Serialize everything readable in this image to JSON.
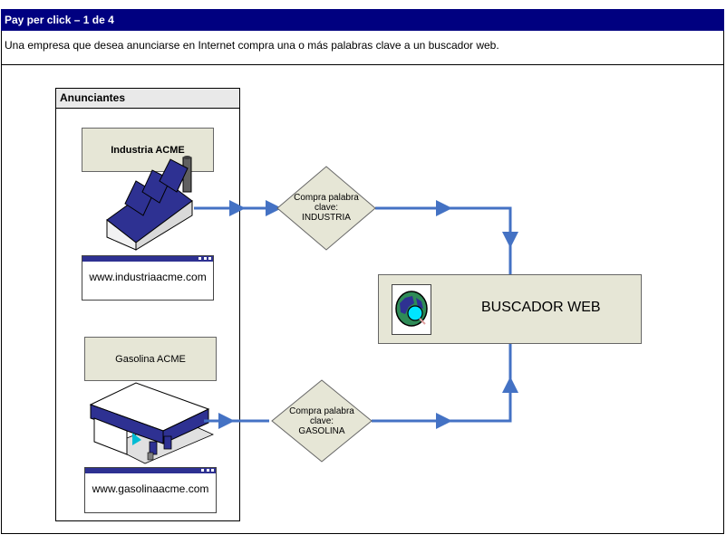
{
  "header": {
    "title": "Pay per click – 1 de 4"
  },
  "intro": {
    "text": "Una empresa que desea anunciarse en Internet compra una o más palabras clave a un buscador web."
  },
  "panel": {
    "title": "Anunciantes"
  },
  "advertisers": [
    {
      "name": "Industria ACME",
      "url": "www.industriaacme.com",
      "icon": "factory-icon"
    },
    {
      "name": "Gasolina ACME",
      "url": "www.gasolinaacme.com",
      "icon": "gas-station-icon"
    }
  ],
  "decisions": [
    {
      "line1": "Compra palabra",
      "line2": "clave:",
      "line3": "INDUSTRIA"
    },
    {
      "line1": "Compra palabra",
      "line2": "clave:",
      "line3": "GASOLINA"
    }
  ],
  "search_engine": {
    "label": "BUSCADOR WEB",
    "icon": "globe-search-icon"
  },
  "colors": {
    "title_bar": "#000080",
    "arrow": "#4472c4",
    "box_fill": "#e6e6d6",
    "roof": "#2e3192"
  }
}
